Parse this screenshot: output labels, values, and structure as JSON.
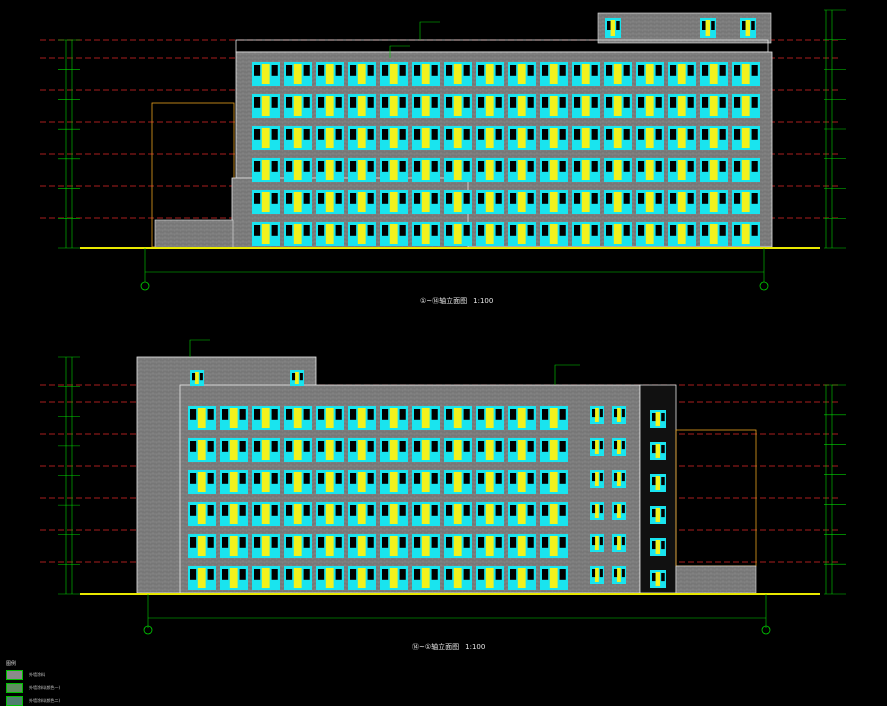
{
  "drawing": {
    "colors": {
      "background": "#000000",
      "wall": "#7a7a7a",
      "window_glass": "#19e4ef",
      "window_panel": "#f2f21c",
      "level_line": "#e02828",
      "dimension_line": "#00d200",
      "ground_line": "#e8e800",
      "outline": "#e8e8e8",
      "accent": "#d020d0"
    },
    "elevations": [
      {
        "id": "top",
        "title": "①~⑭轴立面图",
        "scale": "1:100",
        "grid_start": "1",
        "grid_end": "14",
        "floors": 6,
        "window_columns": 16
      },
      {
        "id": "bottom",
        "title": "⑭~①轴立面图",
        "scale": "1:100",
        "grid_start": "1",
        "grid_end": "14",
        "floors": 6,
        "window_columns": 12
      }
    ],
    "legend": {
      "title": "图例",
      "items": [
        {
          "label": "外墙涂料",
          "color": "#8a8a8a"
        },
        {
          "label": "外墙涂料(颜色一)",
          "color": "#5f8f5f"
        },
        {
          "label": "外墙涂料(颜色二)",
          "color": "#4f7f6f"
        }
      ]
    }
  }
}
